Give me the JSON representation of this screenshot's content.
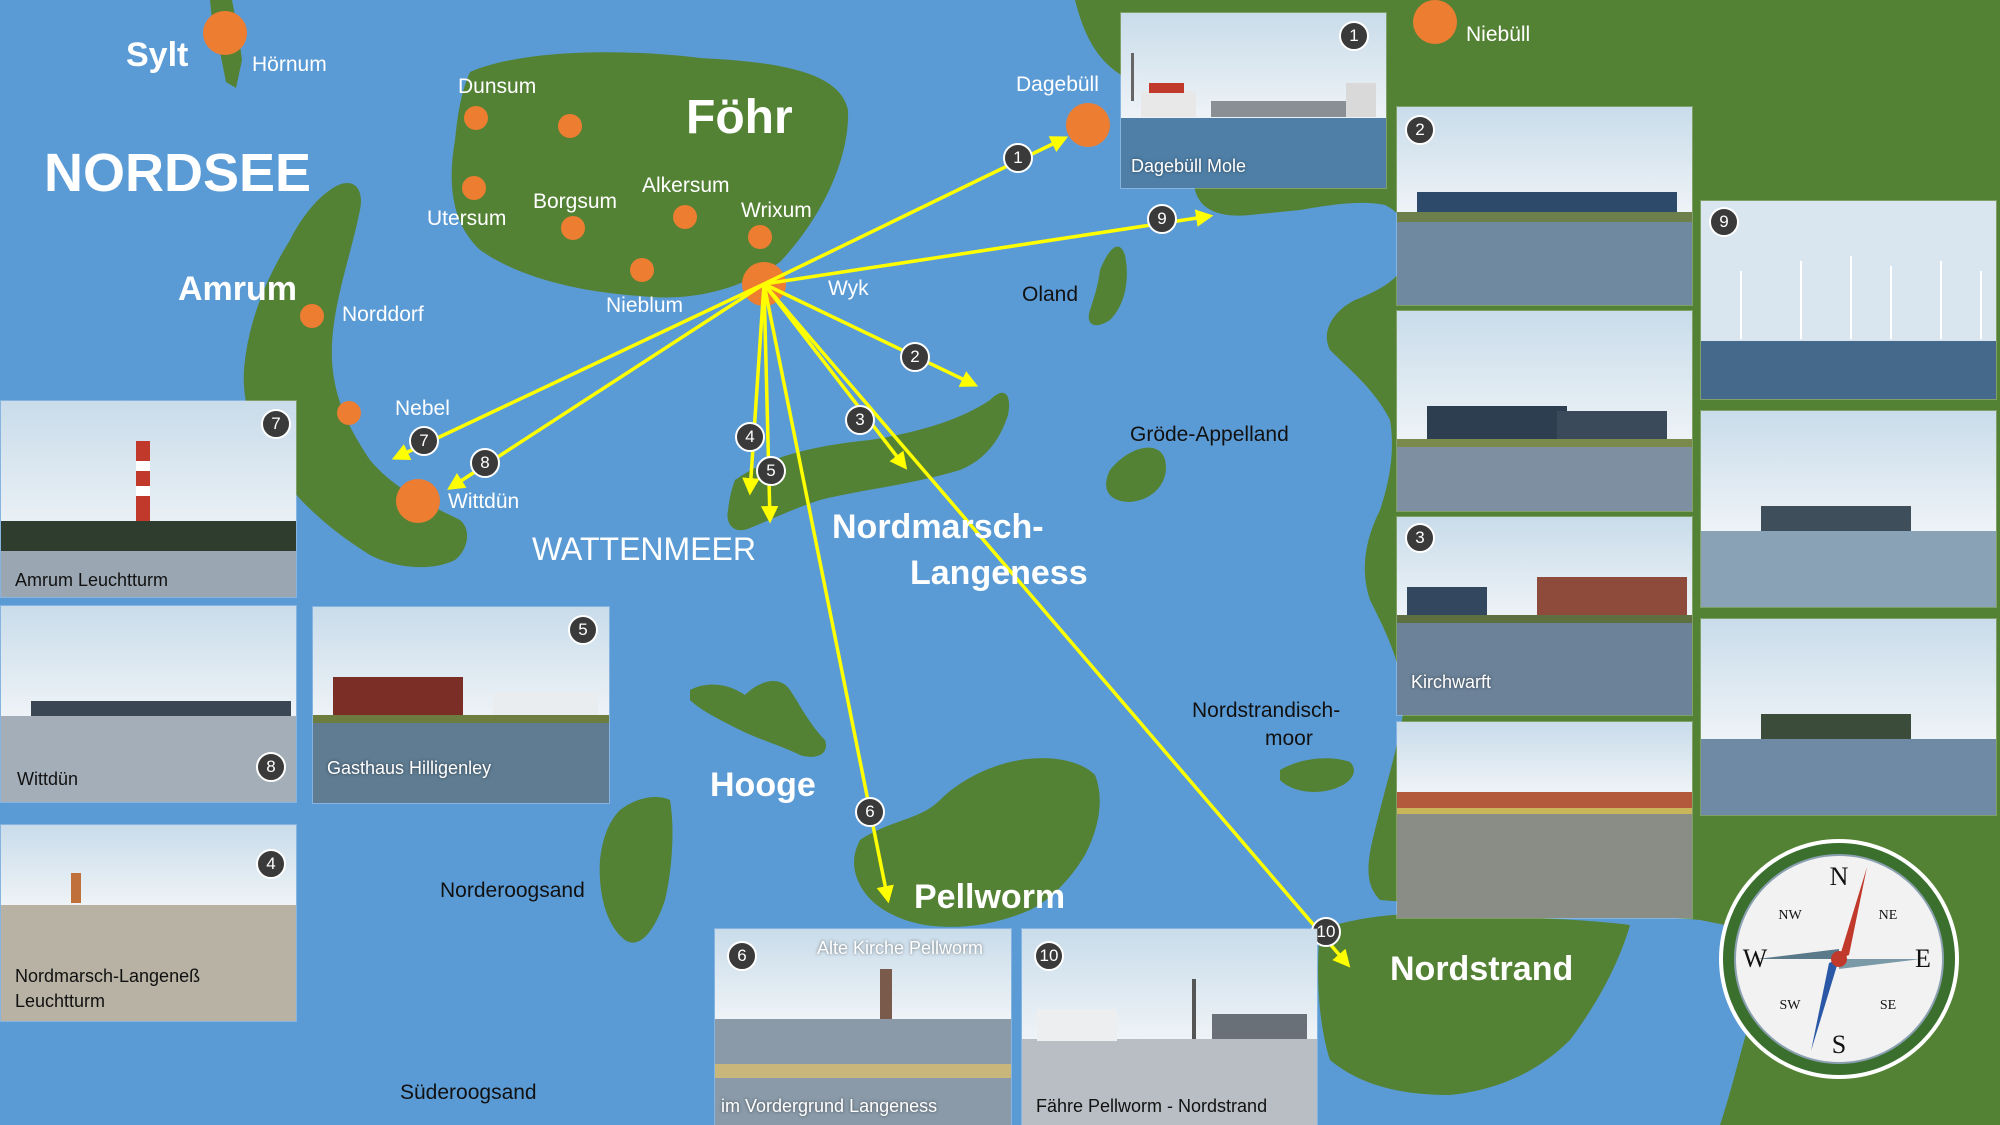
{
  "map": {
    "sea": "NORDSEE",
    "wadden": "WATTENMEER",
    "islands": {
      "sylt": "Sylt",
      "foehr": "Föhr",
      "amrum": "Amrum",
      "hooge": "Hooge",
      "nordmarsch_1": "Nordmarsch-",
      "nordmarsch_2": "Langeness",
      "pellworm": "Pellworm",
      "nordstrand": "Nordstrand"
    },
    "places": {
      "hoernum": "Hörnum",
      "dunsum": "Dunsum",
      "utersum": "Utersum",
      "borgsum": "Borgsum",
      "alkersum": "Alkersum",
      "wrixum": "Wrixum",
      "nieblum": "Nieblum",
      "wyk": "Wyk",
      "norddorf": "Norddorf",
      "nebel": "Nebel",
      "wittduen": "Wittdün",
      "dagebuell": "Dagebüll",
      "niebuell": "Niebüll",
      "oland": "Oland",
      "groede": "Gröde-Appelland",
      "nordstrandischmoor_1": "Nordstrandisch-",
      "nordstrandischmoor_2": "moor",
      "norderoogsand": "Norderoogsand",
      "suederoogsand": "Süderoogsand"
    },
    "colors": {
      "sea": "#5b9bd5",
      "land": "#548235",
      "town": "#ed7d31",
      "arrow": "#ffff00",
      "badge": "#3a3a3a"
    }
  },
  "arrows": [
    "1",
    "2",
    "3",
    "4",
    "5",
    "6",
    "7",
    "8",
    "9",
    "10"
  ],
  "photos": {
    "p1": {
      "num": "1",
      "caption": "Dagebüll Mole"
    },
    "p2": {
      "num": "2",
      "caption": ""
    },
    "p2b": {
      "num": "",
      "caption": ""
    },
    "p3": {
      "num": "3",
      "caption": "Kirchwarft"
    },
    "p3b": {
      "num": "",
      "caption": ""
    },
    "p9": {
      "num": "9",
      "caption": ""
    },
    "p9b": {
      "num": "",
      "caption": ""
    },
    "p9c": {
      "num": "",
      "caption": ""
    },
    "p7": {
      "num": "7",
      "caption": "Amrum Leuchtturm"
    },
    "p8": {
      "num": "8",
      "caption": "Wittdün"
    },
    "p4": {
      "num": "4",
      "caption_1": "Nordmarsch-Langeneß",
      "caption_2": "Leuchtturm"
    },
    "p5": {
      "num": "5",
      "caption": "Gasthaus Hilligenley"
    },
    "p6": {
      "num": "6",
      "caption_top": "Alte Kirche Pellworm",
      "caption": "im Vordergrund Langeness"
    },
    "p10": {
      "num": "10",
      "caption": "Fähre Pellworm - Nordstrand"
    }
  },
  "compass": {
    "n": "N",
    "s": "S",
    "e": "E",
    "w": "W",
    "ne": "NE",
    "nw": "NW",
    "se": "SE",
    "sw": "SW"
  }
}
